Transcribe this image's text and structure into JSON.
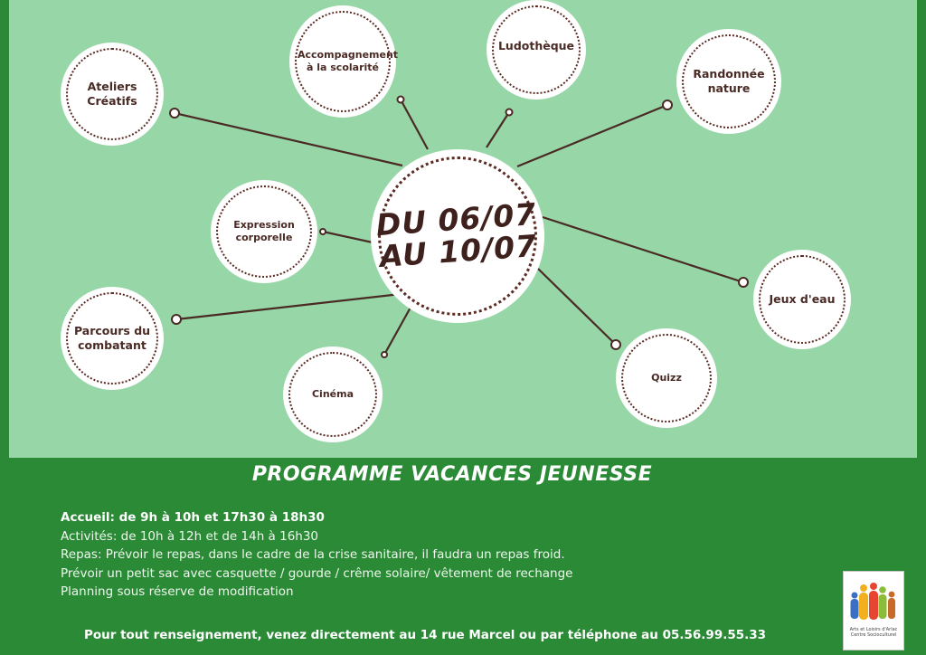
{
  "center": {
    "line1": "DU 06/07",
    "line2": "AU 10/07"
  },
  "activities": {
    "ateliers": "Ateliers Créatifs",
    "accompagnement": "Accompagnement à la scolarité",
    "ludotheque": "Ludothèque",
    "randonnee": "Randonnée nature",
    "expression": "Expression corporelle",
    "jeux_eau": "Jeux d'eau",
    "parcours": "Parcours du combatant",
    "cinema": "Cinéma",
    "quizz": "Quizz"
  },
  "title": "PROGRAMME VACANCES JEUNESSE",
  "info": {
    "accueil": "Accueil: de 9h à 10h et 17h30 à 18h30",
    "activites": "Activités: de 10h à 12h et de 14h à 16h30",
    "repas": "Repas: Prévoir le repas, dans le cadre de la crise sanitaire, il faudra un repas froid.",
    "sac": "Prévoir un petit sac avec casquette / gourde / crême solaire/ vêtement de rechange",
    "planning": "Planning sous réserve de modification"
  },
  "footer": "Pour tout renseignement, venez directement au 14 rue Marcel ou par téléphone au 05.56.99.55.33",
  "logo": {
    "caption_line1": "Arts et Loisirs d'Arlac",
    "caption_line2": "Centre Socioculturel"
  },
  "colors": {
    "background": "#2a8a35",
    "panel": "#97d7a7",
    "brown": "#4a2a24"
  }
}
